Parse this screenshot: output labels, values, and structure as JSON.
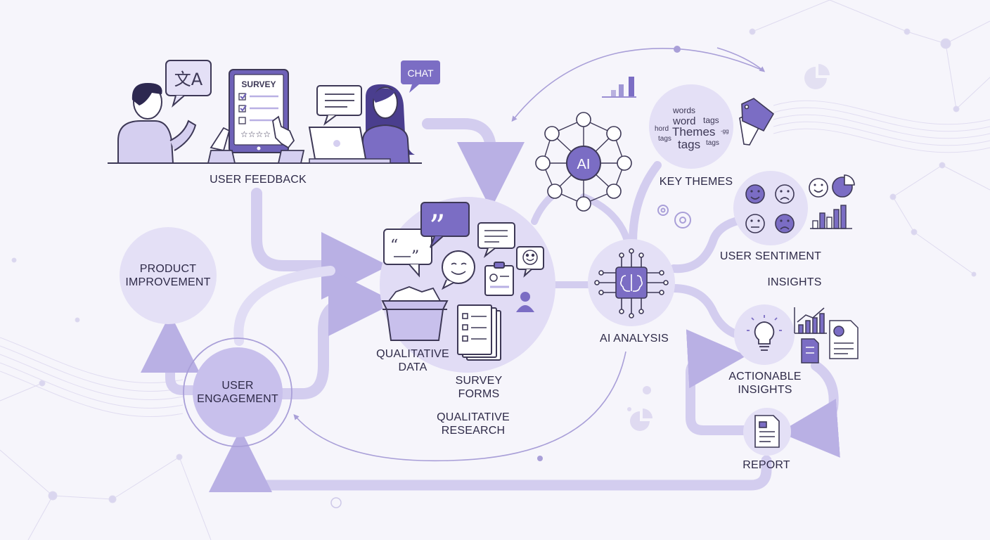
{
  "labels": {
    "user_feedback": "USER FEEDBACK",
    "product_improvement": [
      "PRODUCT",
      "IMPROVEMENT"
    ],
    "user_engagement": [
      "USER",
      "ENGAGEMENT"
    ],
    "qualitative_data": [
      "QUALITATIVE",
      "DATA"
    ],
    "survey_forms": [
      "SURVEY",
      "FORMS"
    ],
    "qualitative_research": [
      "QUALITATIVE",
      "RESEARCH"
    ],
    "ai_analysis": "AI ANALYSIS",
    "key_themes": "KEY THEMES",
    "user_sentiment": "USER SENTIMENT",
    "insights": "INSIGHTS",
    "actionable_insights": [
      "ACTIONABLE",
      "INSIGHTS"
    ],
    "report": "REPORT"
  },
  "illustration": {
    "survey_title": "SURVEY",
    "chat_label": "CHAT",
    "translate_glyph": "文A",
    "ai_hub_text": "AI",
    "word_cloud": [
      "words",
      "word",
      "tags",
      "hord",
      "Themes",
      "-gg",
      "tags",
      "tags",
      "tags"
    ]
  },
  "colors": {
    "primary": "#7b6dc4",
    "light": "#d5cff0",
    "circle": "#e4e0f6",
    "stroke": "#4a4466",
    "background": "#f6f5fb"
  }
}
